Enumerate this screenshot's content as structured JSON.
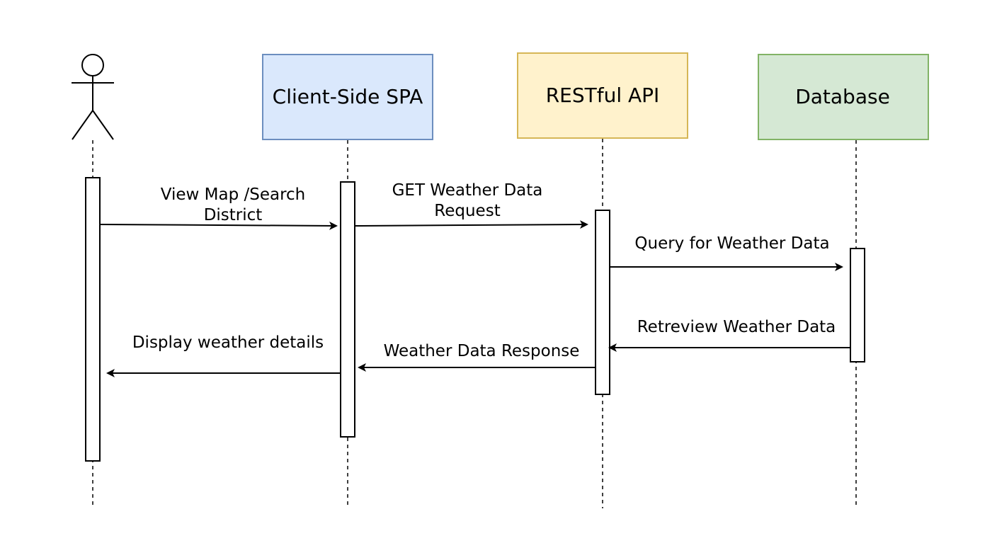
{
  "participants": [
    {
      "id": "actor",
      "type": "actor",
      "label": ""
    },
    {
      "id": "spa",
      "type": "box",
      "label": "Client-Side SPA",
      "fill": "#dae8fc",
      "stroke": "#6c8ebf"
    },
    {
      "id": "api",
      "type": "box",
      "label": "RESTful API",
      "fill": "#fff2cc",
      "stroke": "#d6b656"
    },
    {
      "id": "db",
      "type": "box",
      "label": "Database",
      "fill": "#d5e8d4",
      "stroke": "#82b366"
    }
  ],
  "messages": [
    {
      "id": "view-map",
      "from": "actor",
      "to": "spa",
      "lines": [
        "View Map /Search",
        "District"
      ]
    },
    {
      "id": "get-weather",
      "from": "spa",
      "to": "api",
      "lines": [
        "GET Weather Data",
        "Request"
      ]
    },
    {
      "id": "query",
      "from": "api",
      "to": "db",
      "lines": [
        "Query for Weather Data"
      ]
    },
    {
      "id": "retrieve",
      "from": "db",
      "to": "api",
      "lines": [
        "Retreview Weather Data"
      ]
    },
    {
      "id": "response",
      "from": "api",
      "to": "spa",
      "lines": [
        "Weather Data Response"
      ]
    },
    {
      "id": "display",
      "from": "spa",
      "to": "actor",
      "lines": [
        "Display weather details"
      ]
    }
  ]
}
